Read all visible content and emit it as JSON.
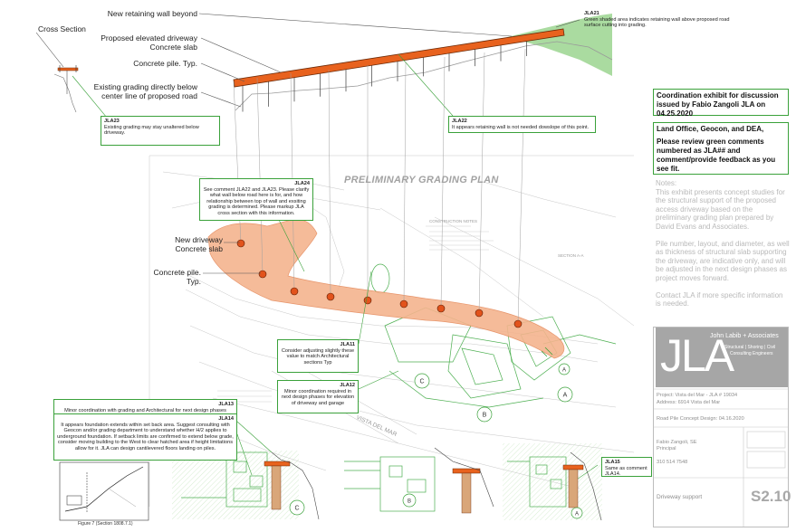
{
  "section": {
    "title": "Cross Section",
    "labels": {
      "retaining_wall_beyond": "New retaining wall beyond",
      "elevated_driveway": "Proposed elevated driveway",
      "concrete_slab": "Concrete slab",
      "concrete_pile": "Concrete pile. Typ.",
      "existing_grading_1": "Existing grading directly below",
      "existing_grading_2": "center line of proposed road"
    }
  },
  "comments": {
    "jla21": {
      "id": "JLA21",
      "text": "Green shaded area indicates retaining wall above proposed road surface cutting into grading."
    },
    "jla22": {
      "id": "JLA22",
      "text": "It appears retaining wall is not needed dowslope of this point."
    },
    "jla23": {
      "id": "JLA23",
      "text": "Existing grading may stay unaltered below driveway."
    },
    "jla24": {
      "id": "JLA24",
      "text": "See comment JLA22 and JLA23. Please clarify what wall below road here is for, and how relationship between top of wall and exsiting grading is determined. Please markup JLA cross section with this information."
    },
    "jla11": {
      "id": "JLA11",
      "text": "Consider adjusting slightly these value to match Architectural sections Typ"
    },
    "jla12": {
      "id": "JLA12",
      "text": "Minor coordination required in next design phases for elevation of driveway and garage"
    },
    "jla13": {
      "id": "JLA13",
      "text": "Minor coordination with grading and Architectural for next design phases"
    },
    "jla14": {
      "id": "JLA14",
      "text": "It appears foundation extends within set back area. Suggest consulting with Geocon and/or grading department to understand whether H/2 applies to underground foundation. If setback limits are confirmed to extend below grade, consider moving building to the West to clear hatched area if height limitations allow for it. JLA can design cantilevered floors landing on piles."
    },
    "jla15": {
      "id": "JLA15",
      "text": "Same as comment JLA14."
    }
  },
  "plan": {
    "title": "PRELIMINARY GRADING PLAN",
    "new_driveway_1": "New driveway",
    "new_driveway_2": "Concrete slab",
    "concrete_pile_1": "Concrete pile.",
    "concrete_pile_2": "Typ.",
    "construction_notes": "CONSTRUCTION NOTES",
    "section_ref": "SECTION A-A",
    "street": "VISTA DEL MAR",
    "pile_count": 9,
    "circle_marks": [
      "C",
      "B",
      "A",
      "A",
      "C",
      "B",
      "A"
    ]
  },
  "coordination": {
    "exhibit": "Coordination exhibit for discussion issued by Fabio Zangoli JLA on 04.25.2020",
    "request_1": "Land Office, Geocon, and DEA,",
    "request_2": "Please review green comments numbered as JLA## and comment/provide feedback as you see fit."
  },
  "notes": {
    "title": "Notes:",
    "p1": "This exhibit presents concept studies for the structural support of the proposed access driveway based on the preliminary grading plan prepared by David Evans and Associates.",
    "p2": "Pile number, layout, and diameter, as well as thickness of structural slab supporting the driveway, are indicative only, and will be adjusted in the next design phases as project moves forward.",
    "p3": "Contact JLA if more specific information is needed."
  },
  "title_block": {
    "logo": "JLA",
    "company": "John Labib + Associates",
    "services_1": "Structural | Shoring | Civil",
    "services_2": "Consulting Engineers",
    "project": "Project: Vista del Mar - JLA # 19034",
    "address": "Address: 6914 Vista del Mar",
    "design": "Road Pile Concept Design: 04.16.2020",
    "person": "Fabio Zangoli, SE",
    "role": "Principal",
    "phone": "310 514 7548",
    "sheet_title": "Driveway support",
    "sheet_no": "S2.10"
  },
  "detail": {
    "figure_caption": "Figure 7 (Section 1808.7.1)"
  },
  "colors": {
    "comment_border": "#3aa13a",
    "driveway_fill": "#f4b48e",
    "slab": "#e8621e",
    "pile": "#e2531c",
    "green_area": "#9bd58f"
  }
}
